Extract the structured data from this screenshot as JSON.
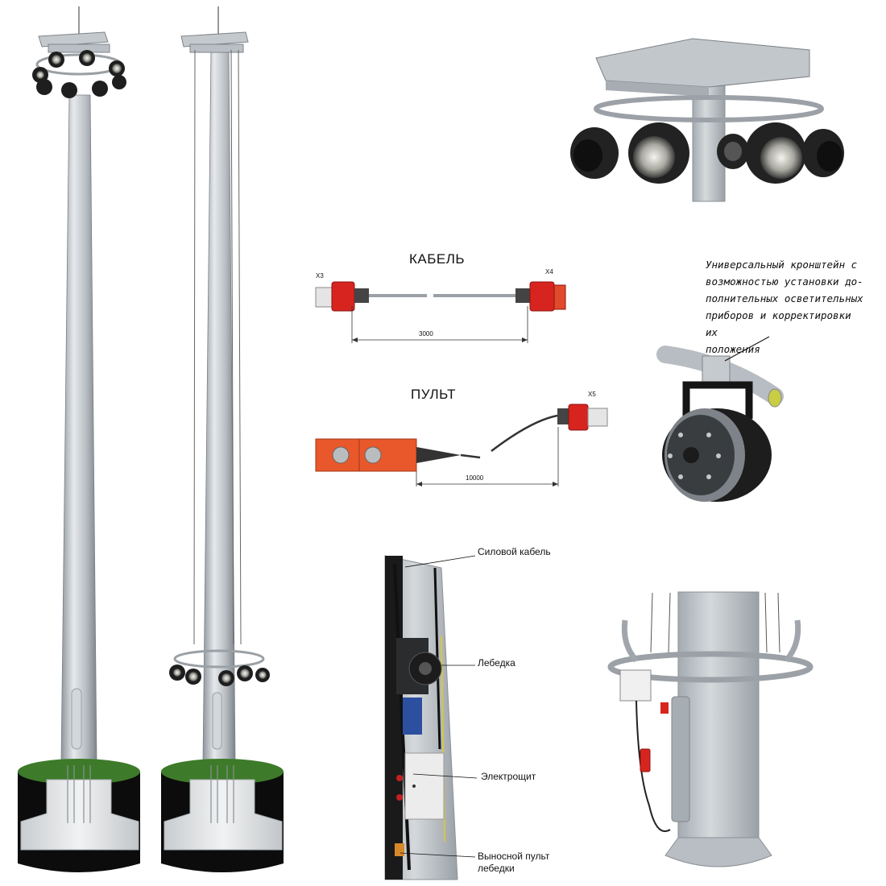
{
  "cable": {
    "title": "КАБЕЛЬ",
    "plug_left": "X3",
    "plug_right": "X4",
    "length": "3000"
  },
  "remote": {
    "title": "ПУЛЬТ",
    "plug": "X5",
    "length": "10000"
  },
  "bracket_note": [
    "Универсальный кронштейн с",
    "возможностью установки до-",
    "полнительных осветительных",
    "приборов и корректировки их",
    "положения"
  ],
  "callouts": {
    "power_cable": "Силовой кабель",
    "winch": "Лебедка",
    "switchboard": "Электрощит",
    "remote_line1": "Выносной пульт",
    "remote_line2": "лебедки"
  },
  "colors": {
    "steel": "#c9ced3",
    "plug_red": "#d8241f",
    "remote_orange": "#e8582a",
    "ground_grass": "#3d7a2a",
    "soil": "#0c0c0c",
    "concrete": "#dfe2e4"
  }
}
